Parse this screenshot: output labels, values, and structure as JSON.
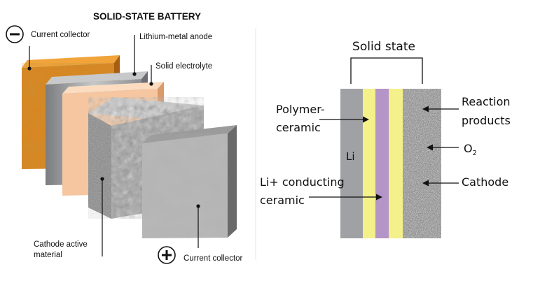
{
  "left": {
    "title": "SOLID-STATE BATTERY",
    "negative_symbol": "−",
    "positive_symbol": "+",
    "labels": {
      "current_collector_top": "Current collector",
      "lithium_metal_anode": "Lithium-metal anode",
      "solid_electrolyte": "Solid electrolyte",
      "cathode_active_line1": "Cathode active",
      "cathode_active_line2": "material",
      "current_collector_bottom": "Current collector"
    },
    "colors": {
      "copper": "#d9851f",
      "anode": "#a9aaac",
      "electrolyte": "#f5c6a0",
      "cathode": "#9b9b9b",
      "aluminum": "#b8b8b8"
    }
  },
  "right": {
    "bracket_label": "Solid state",
    "li_label": "Li",
    "labels": {
      "polymer_line1": "Polymer-",
      "polymer_line2": "ceramic",
      "li_conducting_line1": "Li+ conducting",
      "li_conducting_line2": "ceramic",
      "reaction_line1": "Reaction",
      "reaction_line2": "products",
      "o2_main": "O",
      "o2_sub": "2",
      "cathode": "Cathode"
    },
    "colors": {
      "li": "#9fa1a4",
      "polymer": "#f4f08a",
      "ceramic": "#b594c8",
      "cathode": "#7d7d7d"
    }
  }
}
